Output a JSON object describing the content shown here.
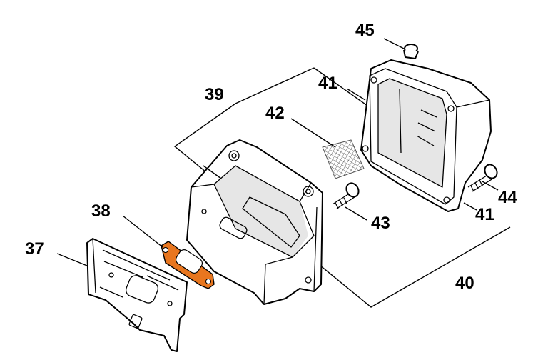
{
  "diagram": {
    "labels": {
      "p37": "37",
      "p38": "38",
      "p39": "39",
      "p40": "40",
      "p41a": "41",
      "p41b": "41",
      "p42": "42",
      "p43": "43",
      "p44": "44",
      "p45": "45"
    },
    "colors": {
      "gasket": "#e8761f",
      "line": "#000000",
      "background": "#ffffff"
    }
  }
}
